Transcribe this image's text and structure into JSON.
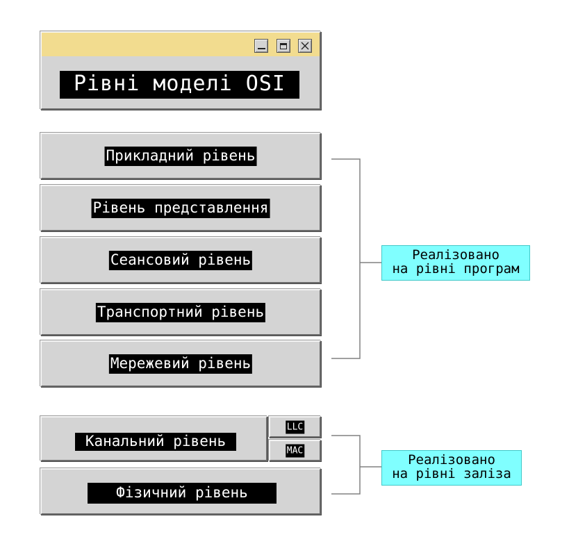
{
  "window": {
    "title": "Рівні моделі OSI",
    "controls": [
      "minimize-icon",
      "maximize-icon",
      "close-icon"
    ],
    "titlebar_color": "#f2dc8f"
  },
  "layers": {
    "application": "Прикладний рівень",
    "presentation": "Рівень представлення",
    "session": "Сеансовий рівень",
    "transport": "Транспортний рівень",
    "network": "Мережевий рівень",
    "data_link": "Канальний рівень",
    "data_link_sublayers": {
      "llc": "LLC",
      "mac": "MAC"
    },
    "physical": "Фізичний рівень"
  },
  "notes": {
    "software": {
      "line1": "Реалізовано",
      "line2": "на рівні програм"
    },
    "hardware": {
      "line1": "Реалізовано",
      "line2": "на рівні заліза"
    },
    "color": "#80ffff"
  }
}
